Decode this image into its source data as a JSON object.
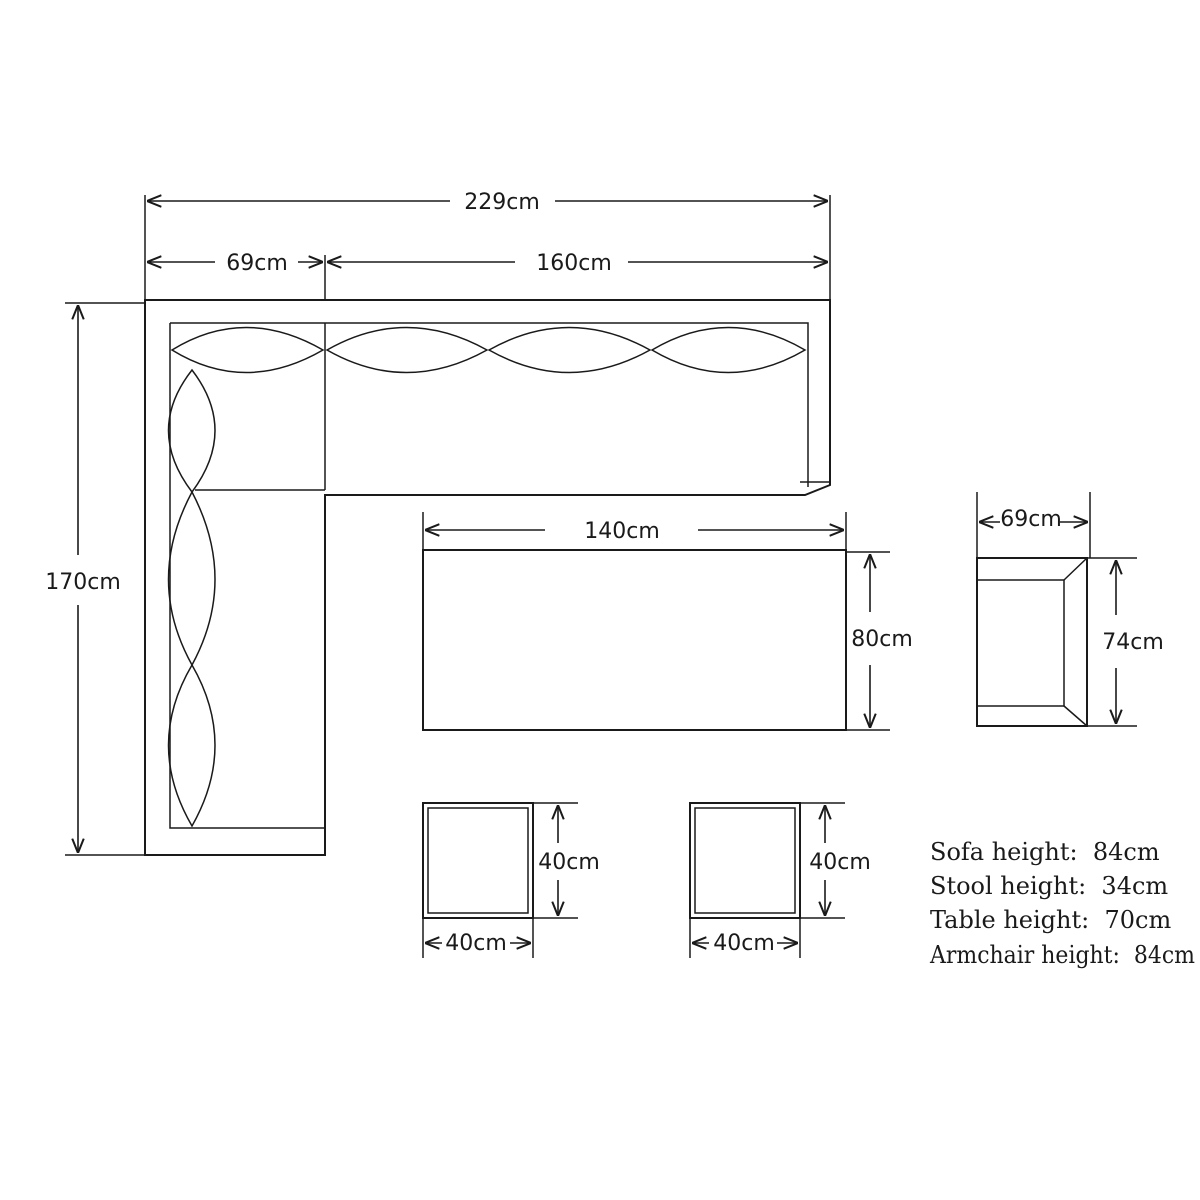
{
  "dimensions": {
    "sofa_total_width": "229cm",
    "sofa_corner_width": "69cm",
    "sofa_long_width": "160cm",
    "sofa_depth": "170cm",
    "table_width": "140cm",
    "table_depth": "80cm",
    "armchair_width": "69cm",
    "armchair_depth": "74cm",
    "stool1_width": "40cm",
    "stool1_depth": "40cm",
    "stool2_width": "40cm",
    "stool2_depth": "40cm"
  },
  "notes": [
    "Sofa height:  84cm",
    "Stool height:  34cm",
    "Table height:  70cm",
    "Armchair height:  84cm"
  ],
  "colors": {
    "line": "#1a1a1a",
    "background": "#ffffff"
  }
}
